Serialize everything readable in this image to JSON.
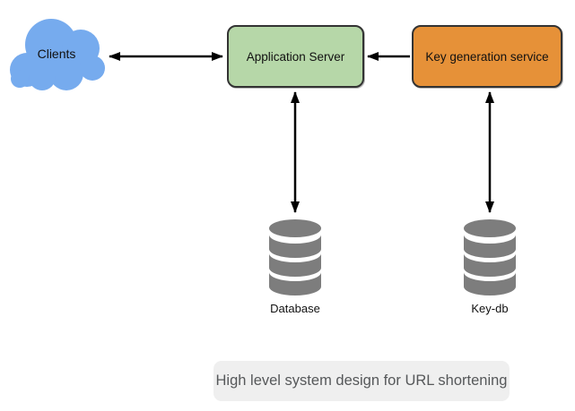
{
  "diagram": {
    "caption": "High level system design for URL shortening",
    "nodes": {
      "clients": {
        "label": "Clients",
        "shape": "cloud",
        "fill": "#76abee"
      },
      "app_server": {
        "label": "Application Server",
        "shape": "rounded-rect",
        "fill": "#b6d7a8",
        "border": "#333333"
      },
      "key_gen": {
        "label": "Key generation service",
        "shape": "rounded-rect",
        "fill": "#e69138",
        "border": "#333333"
      },
      "database": {
        "label": "Database",
        "shape": "cylinder",
        "fill": "#7d7d7d"
      },
      "key_db": {
        "label": "Key-db",
        "shape": "cylinder",
        "fill": "#7d7d7d"
      }
    },
    "edges": [
      {
        "from": "clients",
        "to": "app_server",
        "direction": "bidirectional"
      },
      {
        "from": "key_gen",
        "to": "app_server",
        "direction": "one-way"
      },
      {
        "from": "app_server",
        "to": "database",
        "direction": "bidirectional"
      },
      {
        "from": "key_gen",
        "to": "key_db",
        "direction": "bidirectional"
      }
    ],
    "colors": {
      "arrow": "#000000",
      "caption_bg": "#efefef",
      "caption_text": "#56585a",
      "canvas_bg": "#ffffff"
    }
  }
}
